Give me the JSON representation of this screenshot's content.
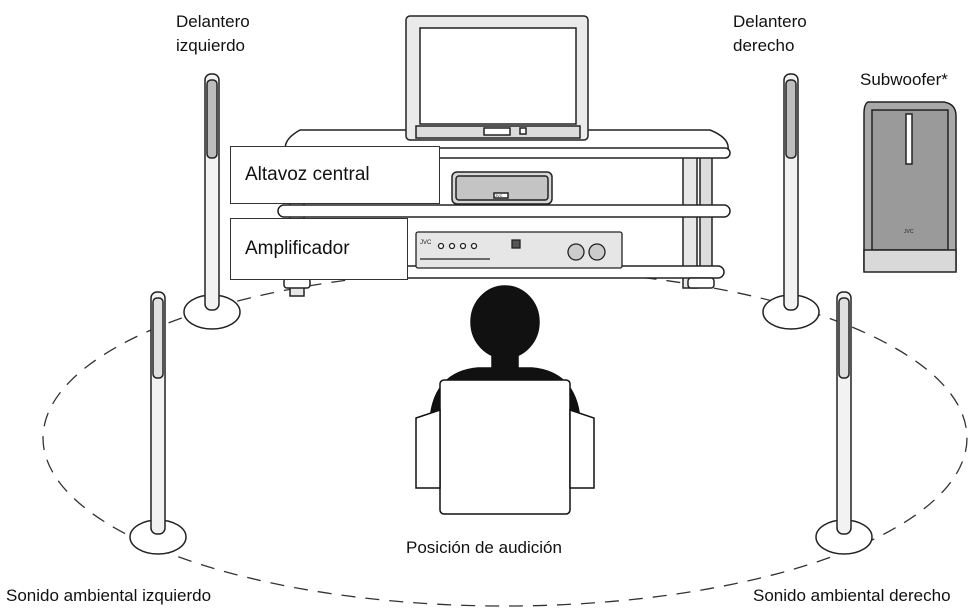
{
  "labels": {
    "front_left_line1": "Delantero",
    "front_left_line2": "izquierdo",
    "front_right_line1": "Delantero",
    "front_right_line2": "derecho",
    "subwoofer": "Subwoofer*",
    "center_speaker": "Altavoz central",
    "amplifier": "Amplificador",
    "listening_position": "Posición de audición",
    "surround_left": "Sonido ambiental izquierdo",
    "surround_right": "Sonido ambiental derecho"
  },
  "brand": "JVC",
  "colors": {
    "line": "#222222",
    "speaker_fill": "#f2f2f2",
    "subwoofer_fill": "#a9a9a9",
    "listener_fill": "#111111",
    "screen_fill": "#ffffff"
  }
}
